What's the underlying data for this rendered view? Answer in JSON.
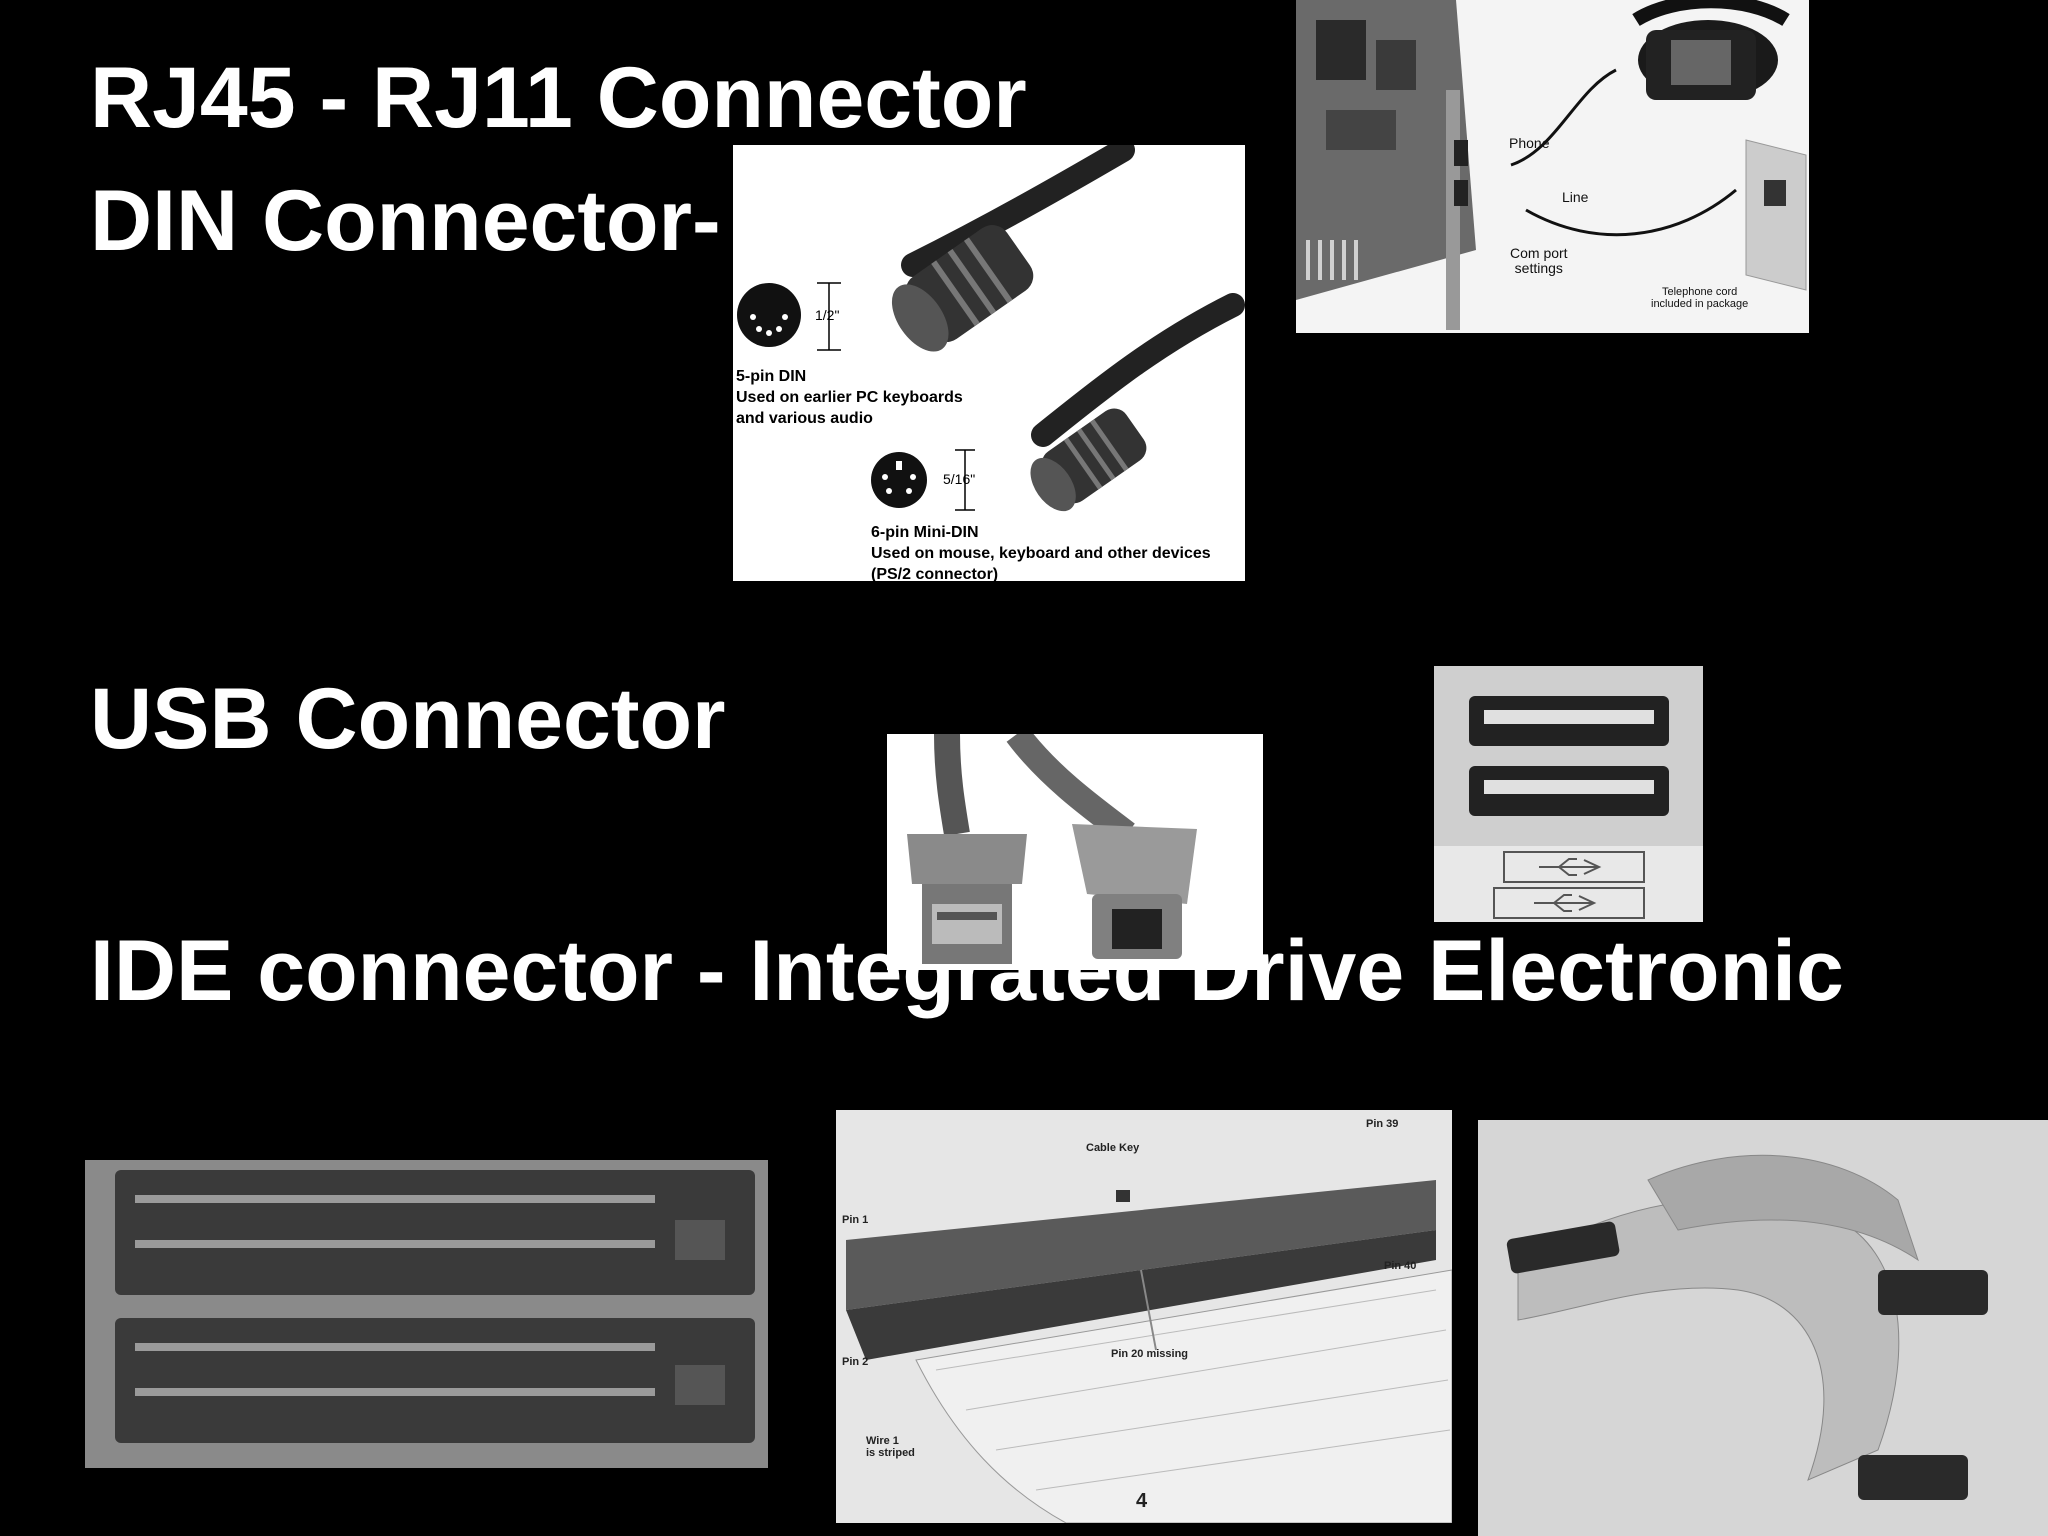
{
  "headings": {
    "rj": "RJ45 - RJ11 Connector",
    "din": "DIN Connector-",
    "usb": "USB Connector",
    "ide": "IDE connector - Integrated Drive Electronic"
  },
  "din_figure": {
    "five_pin": {
      "size": "1/2\"",
      "name": "5-pin DIN",
      "use_line1": "Used on earlier PC keyboards",
      "use_line2": "and various audio"
    },
    "six_pin": {
      "size": "5/16\"",
      "name": "6-pin Mini-DIN",
      "use_line1": "Used on mouse, keyboard and other devices",
      "use_line2": "(PS/2 connector)"
    }
  },
  "modem_figure": {
    "phone": "Phone",
    "line": "Line",
    "com_port_line1": "Com port",
    "com_port_line2": "settings",
    "cord_line1": "Telephone cord",
    "cord_line2": "included in package"
  },
  "ide_cable_figure": {
    "cable_key": "Cable Key",
    "pin1": "Pin 1",
    "pin2": "Pin 2",
    "pin39": "Pin 39",
    "pin40": "Pin 40",
    "pin20": "Pin 20 missing",
    "wire1_line1": "Wire 1",
    "wire1_line2": "is striped",
    "page_number": "4"
  }
}
